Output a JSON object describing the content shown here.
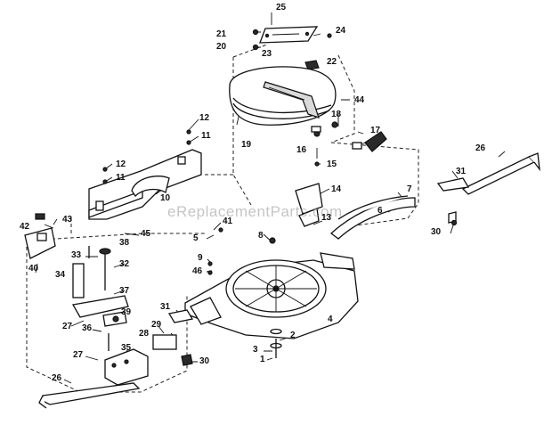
{
  "watermark": "eReplacementParts.com",
  "callouts": [
    {
      "id": "c1",
      "label": "1"
    },
    {
      "id": "c2",
      "label": "2"
    },
    {
      "id": "c3",
      "label": "3"
    },
    {
      "id": "c4",
      "label": "4"
    },
    {
      "id": "c5",
      "label": "5"
    },
    {
      "id": "c6",
      "label": "6"
    },
    {
      "id": "c7",
      "label": "7"
    },
    {
      "id": "c8",
      "label": "8"
    },
    {
      "id": "c9",
      "label": "9"
    },
    {
      "id": "c10",
      "label": "10"
    },
    {
      "id": "c11",
      "label": "11"
    },
    {
      "id": "c12",
      "label": "12"
    },
    {
      "id": "c13",
      "label": "13"
    },
    {
      "id": "c14",
      "label": "14"
    },
    {
      "id": "c15",
      "label": "15"
    },
    {
      "id": "c16",
      "label": "16"
    },
    {
      "id": "c17",
      "label": "17"
    },
    {
      "id": "c18",
      "label": "18"
    },
    {
      "id": "c19",
      "label": "19"
    },
    {
      "id": "c20",
      "label": "20"
    },
    {
      "id": "c21",
      "label": "21"
    },
    {
      "id": "c22",
      "label": "22"
    },
    {
      "id": "c23",
      "label": "23"
    },
    {
      "id": "c24",
      "label": "24"
    },
    {
      "id": "c25",
      "label": "25"
    },
    {
      "id": "c26a",
      "label": "26"
    },
    {
      "id": "c26b",
      "label": "26"
    },
    {
      "id": "c27a",
      "label": "27"
    },
    {
      "id": "c27b",
      "label": "27"
    },
    {
      "id": "c28",
      "label": "28"
    },
    {
      "id": "c29",
      "label": "29"
    },
    {
      "id": "c30a",
      "label": "30"
    },
    {
      "id": "c30b",
      "label": "30"
    },
    {
      "id": "c31a",
      "label": "31"
    },
    {
      "id": "c31b",
      "label": "31"
    },
    {
      "id": "c32",
      "label": "32"
    },
    {
      "id": "c33",
      "label": "33"
    },
    {
      "id": "c34",
      "label": "34"
    },
    {
      "id": "c35",
      "label": "35"
    },
    {
      "id": "c36",
      "label": "36"
    },
    {
      "id": "c37",
      "label": "37"
    },
    {
      "id": "c38",
      "label": "38"
    },
    {
      "id": "c39",
      "label": "39"
    },
    {
      "id": "c40",
      "label": "40"
    },
    {
      "id": "c41",
      "label": "41"
    },
    {
      "id": "c42",
      "label": "42"
    },
    {
      "id": "c43",
      "label": "43"
    },
    {
      "id": "c44",
      "label": "44"
    },
    {
      "id": "c45",
      "label": "45"
    },
    {
      "id": "c46",
      "label": "46"
    }
  ]
}
